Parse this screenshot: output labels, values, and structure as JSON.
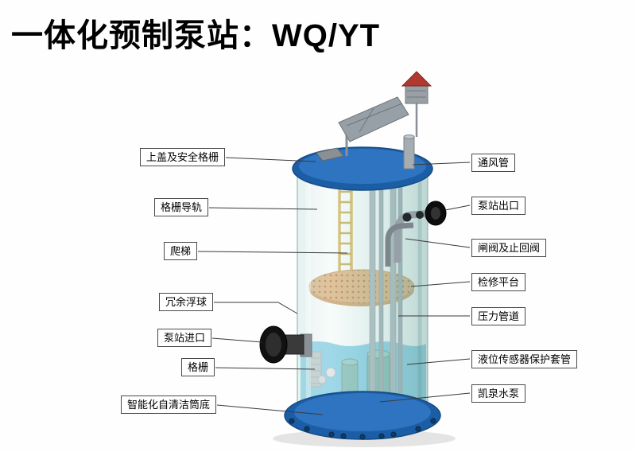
{
  "title": "一体化预制泵站：WQ/YT",
  "labels": {
    "left": [
      {
        "text": "上盖及安全格栅"
      },
      {
        "text": "格栅导轨"
      },
      {
        "text": "爬梯"
      },
      {
        "text": "冗余浮球"
      },
      {
        "text": "泵站进口"
      },
      {
        "text": "格栅"
      },
      {
        "text": "智能化自清洁筒底"
      }
    ],
    "right": [
      {
        "text": "通风管"
      },
      {
        "text": "泵站出口"
      },
      {
        "text": "闸阀及止回阀"
      },
      {
        "text": "检修平台"
      },
      {
        "text": "压力管道"
      },
      {
        "text": "液位传感器保护套管"
      },
      {
        "text": "凯泉水泵"
      }
    ]
  },
  "colors": {
    "lid_blue": "#1c5ea6",
    "glass_teal": "#bcded9",
    "water_blue": "#3fb0d6",
    "platform_tan": "#d89a55",
    "ladder_yellow": "#caa02c",
    "roof_red": "#b03a30",
    "pipe_gray": "#9aa4aa",
    "inlet_black": "#111111",
    "label_border": "#4a4a4a"
  }
}
